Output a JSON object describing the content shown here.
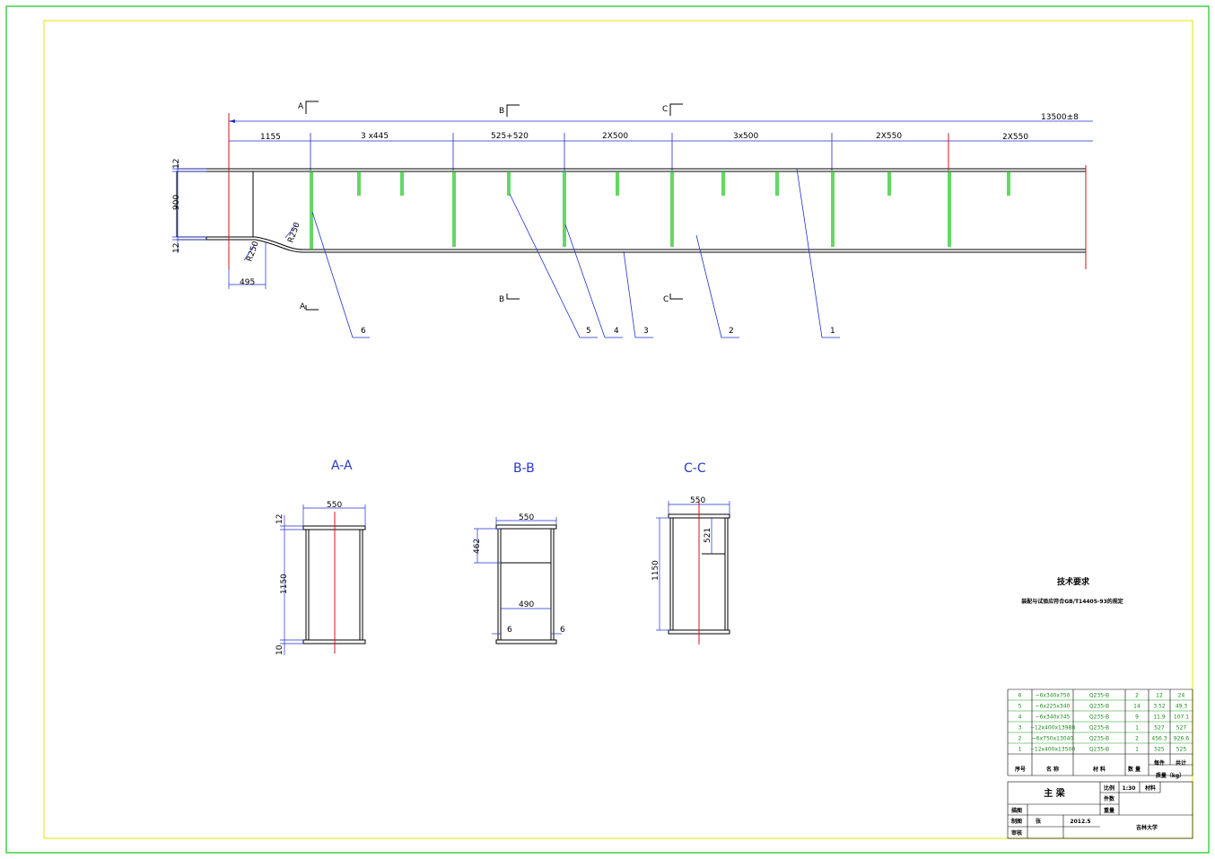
{
  "colors": {
    "frame": "#17c417",
    "inner_frame": "#e8e836",
    "dimension": "#1f2fd0",
    "outline": "#000000",
    "stiffener": "#11c411",
    "centerline": "#c81818"
  },
  "elevation": {
    "section_markers": {
      "top": [
        "A",
        "B",
        "C"
      ],
      "bottom": [
        "A",
        "B",
        "C"
      ]
    },
    "overall_dim": "13500±8",
    "segment_dims": [
      "1155",
      "3 x445",
      "525+520",
      "2X500",
      "3x500",
      "2X550",
      "2X550"
    ],
    "height_dims": [
      "12",
      "900",
      "12"
    ],
    "radius_labels": [
      "R250",
      "R250"
    ],
    "end_dim": "495",
    "balloons": [
      "6",
      "5",
      "4",
      "3",
      "2",
      "1"
    ]
  },
  "sections": {
    "aa": {
      "title": "A-A",
      "width": "550",
      "top": "12",
      "height": "1150",
      "bottom": "10"
    },
    "bb": {
      "title": "B-B",
      "width": "550",
      "depth": "462",
      "inner": "490",
      "left_t": "6",
      "right_t": "6"
    },
    "cc": {
      "title": "C-C",
      "width": "550",
      "depth": "521",
      "height": "1150"
    }
  },
  "tech": {
    "title": "技术要求",
    "note": "装配与试验应符合GB/T14405-93的规定"
  },
  "parts": {
    "rows": [
      {
        "no": "6",
        "name": "−6x340x750",
        "material": "Q235-B",
        "qty": "2",
        "unit": "12",
        "total": "24"
      },
      {
        "no": "5",
        "name": "−6x225x340",
        "material": "Q235-B",
        "qty": "14",
        "unit": "3.52",
        "total": "49.3"
      },
      {
        "no": "4",
        "name": "−6x340x745",
        "material": "Q235-B",
        "qty": "9",
        "unit": "11.9",
        "total": "107.1"
      },
      {
        "no": "3",
        "name": "−12x400x13988",
        "material": "Q235-B",
        "qty": "1",
        "unit": "527",
        "total": "527"
      },
      {
        "no": "2",
        "name": "−6x750x13040",
        "material": "Q235-B",
        "qty": "2",
        "unit": "456.3",
        "total": "926.6"
      },
      {
        "no": "1",
        "name": "−12x400x13500",
        "material": "Q235-B",
        "qty": "1",
        "unit": "525",
        "total": "525"
      }
    ],
    "header": {
      "no": "序号",
      "name": "名  称",
      "material": "材  料",
      "qty": "数 量",
      "unit_top": "每件",
      "total_top": "共计",
      "mass": "质量（kg）"
    }
  },
  "title_block": {
    "part_name": "主  梁",
    "scale_label": "比例",
    "scale": "1:30",
    "material_label": "材料",
    "pieces_label": "件数",
    "weight_label": "重量",
    "draw_label": "描图",
    "design_label": "制图",
    "designer": "张",
    "date": "2012.5",
    "check_label": "审核",
    "school": "吉林大学"
  }
}
